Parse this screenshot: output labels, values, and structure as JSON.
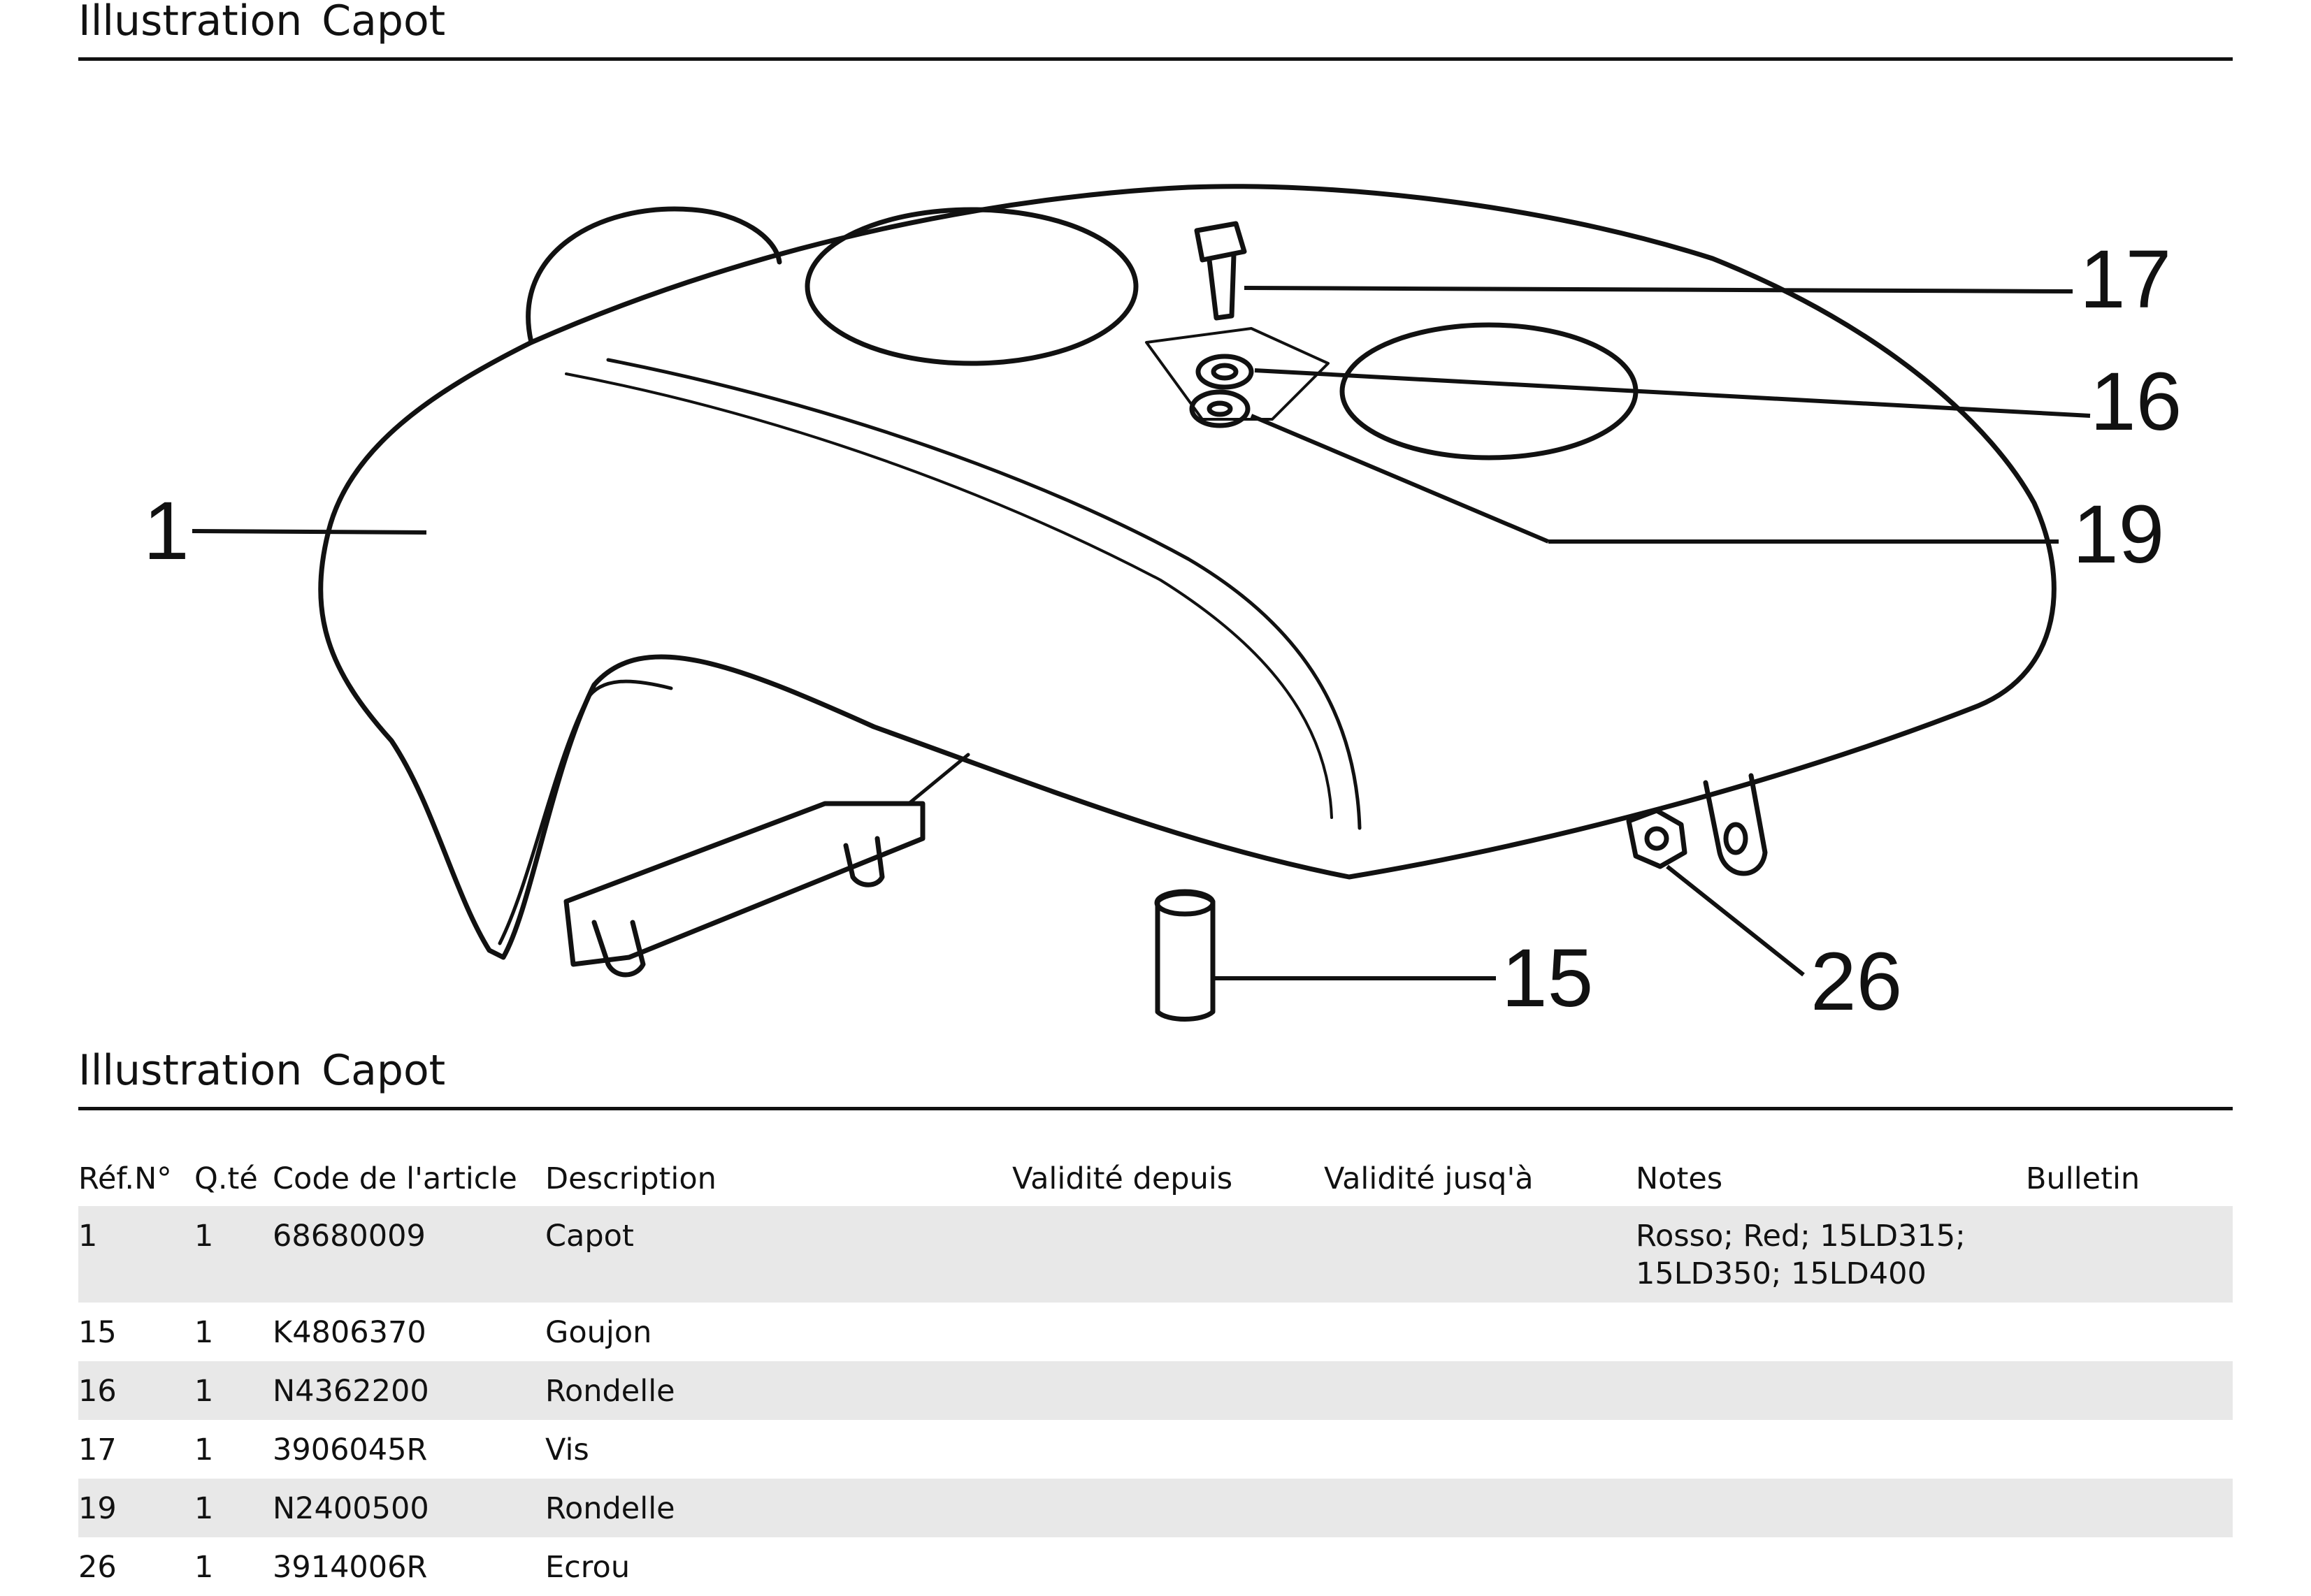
{
  "header": {
    "word1": "Illustration",
    "word2": "Capot"
  },
  "section": {
    "word1": "Illustration",
    "word2": "Capot"
  },
  "callouts": {
    "c1": "1",
    "c15": "15",
    "c16": "16",
    "c17": "17",
    "c19": "19",
    "c26": "26"
  },
  "table": {
    "headers": [
      "Réf.N°",
      "Q.té",
      "Code de l'article",
      "Description",
      "Validité depuis",
      "Validité jusq'à",
      "Notes",
      "Bulletin"
    ],
    "rows": [
      {
        "ref": "1",
        "qty": "1",
        "code": "68680009",
        "desc": "Capot",
        "from": "",
        "to": "",
        "notes": "Rosso; Red; 15LD315;\n15LD350; 15LD400",
        "bulletin": ""
      },
      {
        "ref": "15",
        "qty": "1",
        "code": "K4806370",
        "desc": "Goujon",
        "from": "",
        "to": "",
        "notes": "",
        "bulletin": ""
      },
      {
        "ref": "16",
        "qty": "1",
        "code": "N4362200",
        "desc": "Rondelle",
        "from": "",
        "to": "",
        "notes": "",
        "bulletin": ""
      },
      {
        "ref": "17",
        "qty": "1",
        "code": "3906045R",
        "desc": "Vis",
        "from": "",
        "to": "",
        "notes": "",
        "bulletin": ""
      },
      {
        "ref": "19",
        "qty": "1",
        "code": "N2400500",
        "desc": "Rondelle",
        "from": "",
        "to": "",
        "notes": "",
        "bulletin": ""
      },
      {
        "ref": "26",
        "qty": "1",
        "code": "3914006R",
        "desc": "Ecrou",
        "from": "",
        "to": "",
        "notes": "",
        "bulletin": ""
      }
    ]
  }
}
